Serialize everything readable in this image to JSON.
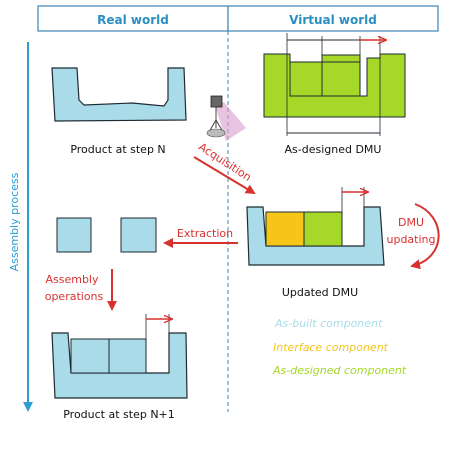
{
  "header": {
    "left": "Real world",
    "right": "Virtual world"
  },
  "side_label": "Assembly process",
  "captions": {
    "step_n": "Product at step N",
    "as_designed_dmu": "As-designed DMU",
    "updated_dmu": "Updated DMU",
    "step_n1": "Product at step N+1"
  },
  "arrows": {
    "acquisition": "Acquisition",
    "extraction": "Extraction",
    "dmu_updating_line1": "DMU",
    "dmu_updating_line2": "updating",
    "assembly_ops_line1": "Assembly",
    "assembly_ops_line2": "operations"
  },
  "legend": [
    {
      "label": "As-built component",
      "color": "#a9dbe9"
    },
    {
      "label": "Interface component",
      "color": "#f5c518"
    },
    {
      "label": "As-designed component",
      "color": "#a6d82a"
    }
  ],
  "colors": {
    "header_text": "#2a8fc1",
    "header_border": "#3d86b8",
    "as_built": "#a9dbe9",
    "as_built_stroke": "#1f2a33",
    "interface": "#f5c518",
    "as_designed": "#a6d82a",
    "arrow_red": "#d8322f",
    "side_arrow": "#2a9fd0",
    "divider": "#3d86b8"
  },
  "icons": {
    "scanner": "laser-scanner-icon"
  }
}
